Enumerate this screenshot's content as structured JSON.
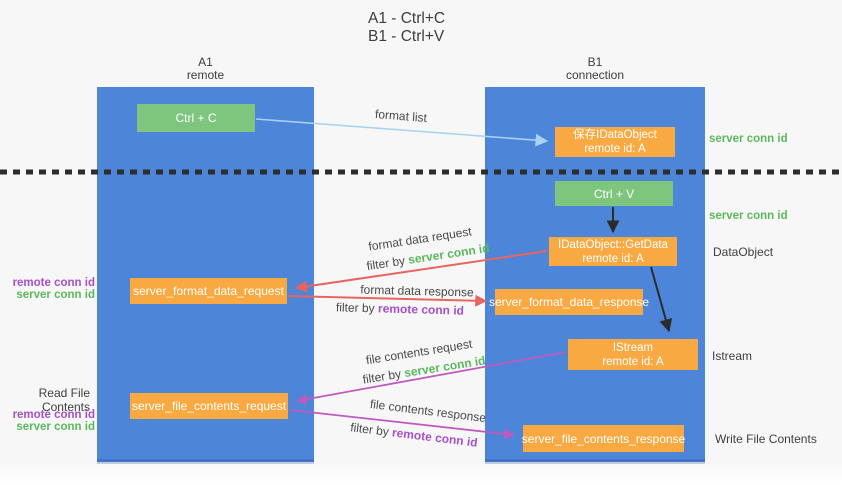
{
  "title": {
    "line1": "A1 - Ctrl+C",
    "line2": "B1 - Ctrl+V"
  },
  "lanes": {
    "a1": {
      "name": "A1",
      "subtitle": "remote"
    },
    "b1": {
      "name": "B1",
      "subtitle": "connection"
    }
  },
  "nodes": {
    "ctrl_c": {
      "label": "Ctrl + C"
    },
    "save_idataobject": {
      "line1": "保存IDataObject",
      "line2": "remote id: A"
    },
    "ctrl_v": {
      "label": "Ctrl + V"
    },
    "getdata": {
      "line1": "IDataObject::GetData",
      "line2": "remote id: A"
    },
    "server_format_data_request": {
      "label": "server_format_data_request"
    },
    "server_format_data_response": {
      "label": "server_format_data_response"
    },
    "istream": {
      "line1": "IStream",
      "line2": "remote id: A"
    },
    "server_file_contents_request": {
      "label": "server_file_contents_request"
    },
    "server_file_contents_response": {
      "label": "server_file_contents_response"
    }
  },
  "arrow_labels": {
    "format_list": "format list",
    "format_data_request": "format data request",
    "format_data_response": "format data response",
    "file_contents_request": "file contents request",
    "file_contents_response": "file contents response",
    "filter_by": "filter by",
    "server_conn_id": "server conn id",
    "remote_conn_id": "remote conn id"
  },
  "side_labels": {
    "server_conn_id_top": "server conn id",
    "server_conn_id_mid": "server conn id",
    "dataobject": "DataObject",
    "istream": "Istream",
    "write_file_contents": "Write File Contents",
    "read_file_contents": "Read File Contents",
    "format_remote_conn_id": "remote conn id",
    "format_server_conn_id": "server conn id",
    "file_remote_conn_id": "remote conn id",
    "file_server_conn_id": "server conn id"
  },
  "colors": {
    "lane_blue": "#4d85d8",
    "node_green": "#7ec67e",
    "node_orange": "#f8a942",
    "arrow_light_blue": "#a9d3f0",
    "arrow_red": "#e8655f",
    "arrow_magenta": "#c05ac0",
    "arrow_black": "#2b2b2b",
    "label_green": "#5cb85c",
    "label_purple": "#a750c8"
  }
}
